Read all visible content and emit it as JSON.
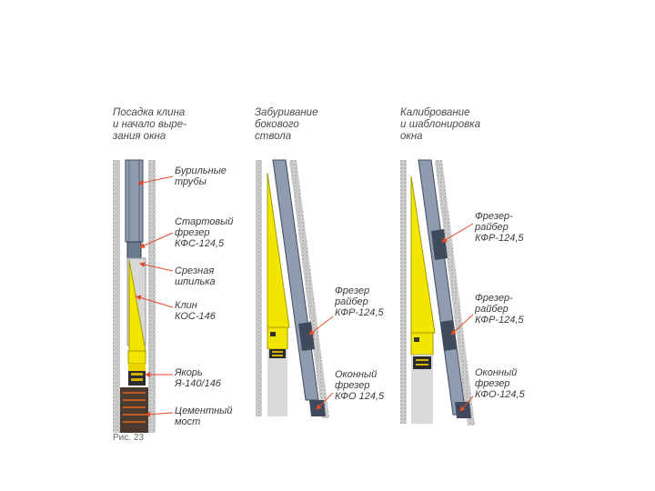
{
  "panels": [
    {
      "title": "Посадка клина\nи начало выре-\nзания окна",
      "labels": [
        "Бурильные\nтрубы",
        "Стартовый\nфрезер\nКФС-124,5",
        "Срезная\nшпилька",
        "Клин\nКОС-146",
        "Якорь\nЯ-140/146",
        "Цементный\nмост"
      ]
    },
    {
      "title": "Забуривание\nбокового\nствола",
      "labels": [
        "Фрезер\nрайбер\nКФР-124,5",
        "Оконный\nфрезер\nКФО 124,5"
      ]
    },
    {
      "title": "Калибрование\nи шаблонировка\nокна",
      "labels": [
        "Фрезер-\nрайбер\nКФР-124,5",
        "Фрезер-\nрайбер\nКФР-124,5",
        "Оконный\nфрезер\nКФО-124,5"
      ]
    }
  ],
  "caption": "Рис. 23",
  "colors": {
    "wall": "#c9c9c9",
    "wall_dots": "#8e8e8e",
    "pipe": "#7f8fa6",
    "pipe_dark": "#3f4b5c",
    "wedge": "#f2e600",
    "arrow": "#e24a2a",
    "text": "#3a3a3a"
  }
}
